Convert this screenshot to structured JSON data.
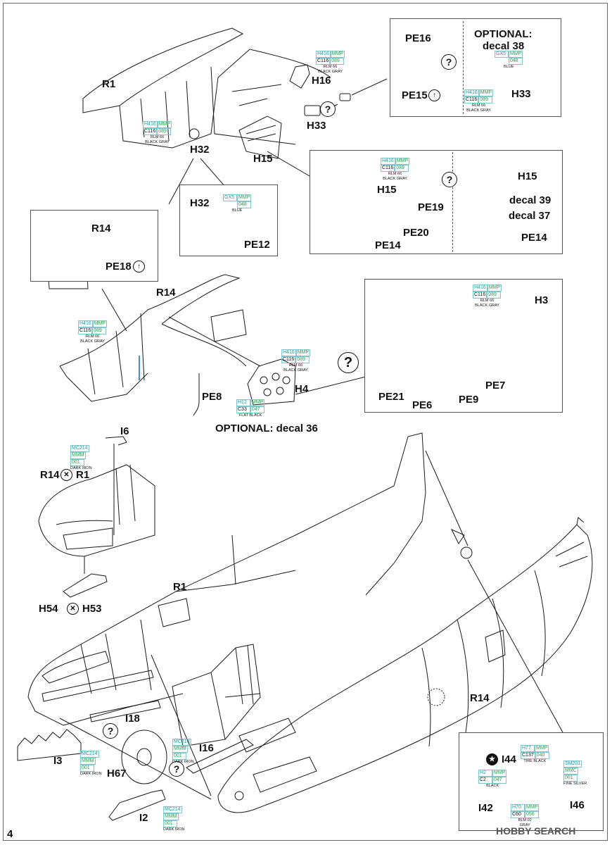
{
  "page_number": "4",
  "watermark": "HOBBY SEARCH",
  "notes": {
    "optional_38_line1": "OPTIONAL:",
    "optional_38_line2": "decal 38",
    "optional_36": "OPTIONAL: decal 36"
  },
  "labels": {
    "R1_top": "R1",
    "H16": "H16",
    "H32_top": "H32",
    "H33_main": "H33",
    "H15_main": "H15",
    "PE16": "PE16",
    "PE15": "PE15",
    "H33_inset": "H33",
    "H32_inset": "H32",
    "PE12": "PE12",
    "H15_inset1": "H15",
    "PE19": "PE19",
    "PE20": "PE20",
    "PE14_inset1": "PE14",
    "H15_inset2": "H15",
    "decal39": "decal 39",
    "decal37": "decal 37",
    "PE14_inset2": "PE14",
    "R14_inset": "R14",
    "PE18": "PE18",
    "R14_mid": "R14",
    "PE8": "PE8",
    "H4": "H4",
    "H3": "H3",
    "PE7": "PE7",
    "PE21": "PE21",
    "PE6": "PE6",
    "PE9": "PE9",
    "I6": "I6",
    "R14_alt": "R14",
    "R1_alt": "R1",
    "H54": "H54",
    "H53": "H53",
    "R1_lower": "R1",
    "I18": "I18",
    "I3": "I3",
    "H67": "H67",
    "I16": "I16",
    "I2": "I2",
    "R14_lower": "R14",
    "I44": "I44",
    "I42": "I42",
    "I46": "I46"
  },
  "callouts": {
    "rlm66_a": {
      "h": "H416",
      "m": "MMP",
      "c": "C116",
      "n": "089",
      "name1": "RLM 66",
      "name2": "BLACK GRAY"
    },
    "rlm66_b": {
      "h": "H416",
      "m": "MMP",
      "c": "C116",
      "n": "089",
      "name1": "RLM 66",
      "name2": "BLACK GRAY"
    },
    "blue_inset": {
      "h": "GX5",
      "m": "MMP",
      "n": "048",
      "name1": "BLUE"
    },
    "rlm66_inset": {
      "h": "H416",
      "m": "MMP",
      "c": "C116",
      "n": "089",
      "name1": "RLM 66",
      "name2": "BLACK GRAY"
    },
    "blue_h32": {
      "h": "GX5",
      "m": "MMP",
      "n": "048",
      "name1": "BLUE"
    },
    "rlm66_h15": {
      "h": "H416",
      "m": "MMP",
      "c": "C116",
      "n": "089",
      "name1": "RLM 66",
      "name2": "BLACK GRAY"
    },
    "rlm66_r14": {
      "h": "H416",
      "m": "MMP",
      "c": "C116",
      "n": "089",
      "name1": "RLM 66",
      "name2": "BLACK GRAY"
    },
    "rlm66_h4": {
      "h": "H416",
      "m": "MMP",
      "c": "C116",
      "n": "089",
      "name1": "RLM 66",
      "name2": "BLACK GRAY"
    },
    "flatblack_h4": {
      "h": "H12",
      "m": "MMP",
      "c": "C33",
      "n": "047",
      "name1": "FLAT BLACK"
    },
    "rlm66_h3": {
      "h": "H416",
      "m": "MMP",
      "c": "C116",
      "n": "089",
      "name1": "RLM 66",
      "name2": "BLACK GRAY"
    },
    "iron_i6": {
      "h": "MC214",
      "m": "MMM",
      "n": "001",
      "name1": "DARK IRON"
    },
    "iron_i3": {
      "h": "MC214",
      "m": "MMM",
      "n": "001",
      "name1": "DARK IRON"
    },
    "iron_i16": {
      "h": "MC214",
      "m": "MMM",
      "n": "001",
      "name1": "DARK IRON"
    },
    "iron_i2": {
      "h": "MC214",
      "m": "MMM",
      "n": "001",
      "name1": "DARK IRON"
    },
    "tire_black": {
      "h": "H77",
      "m": "MMP",
      "c": "C137",
      "n": "040",
      "name1": "TIRE BLACK"
    },
    "black_wheel": {
      "h": "H2",
      "m": "MMP",
      "c": "C2",
      "n": "047",
      "name1": "BLACK"
    },
    "silver": {
      "h": "SM201",
      "m": "MMC",
      "n": "001",
      "name1": "FINE SILVER"
    },
    "rlm02": {
      "h": "H70",
      "m": "MMP",
      "c": "C60",
      "n": "056",
      "name1": "RLM 02",
      "name2": "GRAY"
    }
  },
  "symbols": {
    "question": "?",
    "arrow_up": "↑",
    "remove": "✕",
    "star": "★"
  },
  "colors": {
    "red_part": "#d9262e",
    "blue_part": "#b9dcef",
    "callout_h": "#1b9aa6",
    "callout_m": "#23a14a",
    "line": "#1a1a1a"
  }
}
